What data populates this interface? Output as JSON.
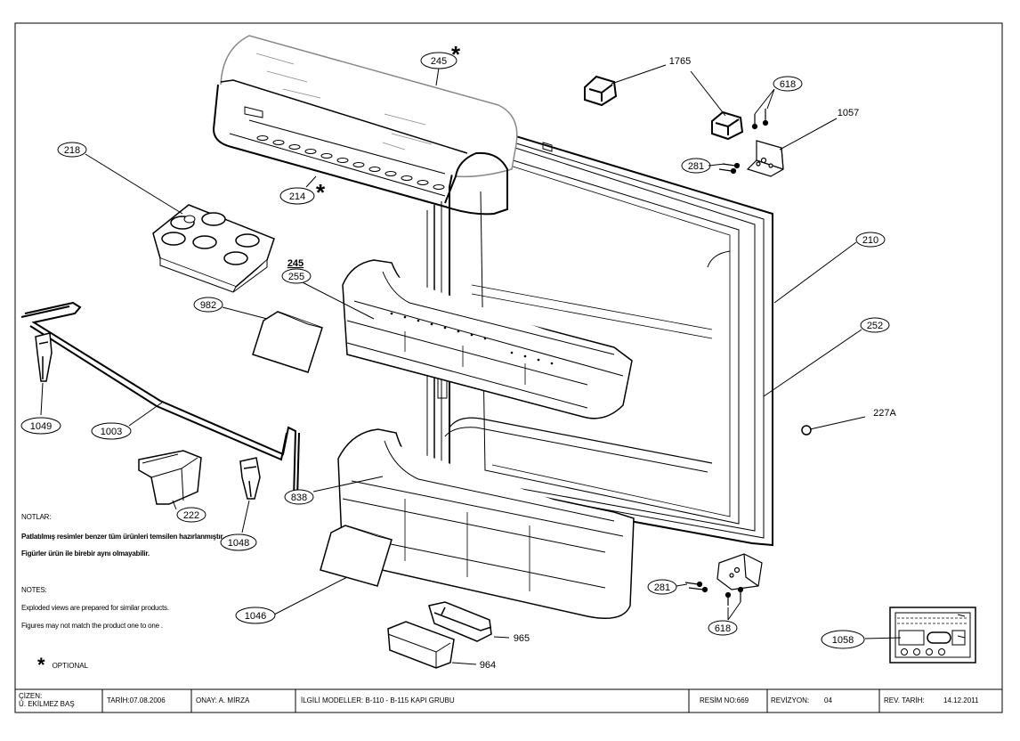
{
  "callouts": [
    {
      "id": "c245top",
      "text": "245"
    },
    {
      "id": "c214",
      "text": "214"
    },
    {
      "id": "c1765",
      "text": "1765"
    },
    {
      "id": "c618a",
      "text": "618"
    },
    {
      "id": "c1057",
      "text": "1057"
    },
    {
      "id": "c281a",
      "text": "281"
    },
    {
      "id": "c218",
      "text": "218"
    },
    {
      "id": "c210",
      "text": "210"
    },
    {
      "id": "c245b",
      "text": "245"
    },
    {
      "id": "c255",
      "text": "255"
    },
    {
      "id": "c982",
      "text": "982"
    },
    {
      "id": "c252",
      "text": "252"
    },
    {
      "id": "c227a",
      "text": "227A"
    },
    {
      "id": "c1049",
      "text": "1049"
    },
    {
      "id": "c1003",
      "text": "1003"
    },
    {
      "id": "c838",
      "text": "838"
    },
    {
      "id": "c222",
      "text": "222"
    },
    {
      "id": "c1048",
      "text": "1048"
    },
    {
      "id": "c281b",
      "text": "281"
    },
    {
      "id": "c618b",
      "text": "618"
    },
    {
      "id": "c1046",
      "text": "1046"
    },
    {
      "id": "c965",
      "text": "965"
    },
    {
      "id": "c964",
      "text": "964"
    },
    {
      "id": "c1058",
      "text": "1058"
    }
  ],
  "notes": {
    "tr_title": "NOTLAR:",
    "tr_line1": "Patlatılmış resimler benzer tüm ürünleri temsilen hazırlanmıştır.",
    "tr_line2": "Figürler ürün ile birebir aynı olmayabilir.",
    "en_title": "NOTES:",
    "en_line1": "Exploded views are prepared for similar products.",
    "en_line2": "Figures may not match the product one to one ."
  },
  "legend": {
    "symbol": "*",
    "text": "OPTIONAL"
  },
  "title_block": {
    "drawn_label": "ÇİZEN:",
    "drawn_by": "Ü. EKİLMEZ BAŞ",
    "date": "TARİH:07.08.2006",
    "approved": "ONAY: A. MİRZA",
    "models": "İLGİLİ MODELLER: B-110 - B-115 KAPI GRUBU",
    "drawing_no": "RESİM NO:669",
    "revision_label": "REVİZYON:",
    "revision": "04",
    "revision_date_label": "REV. TARİH:",
    "revision_date": "14.12.2011"
  }
}
